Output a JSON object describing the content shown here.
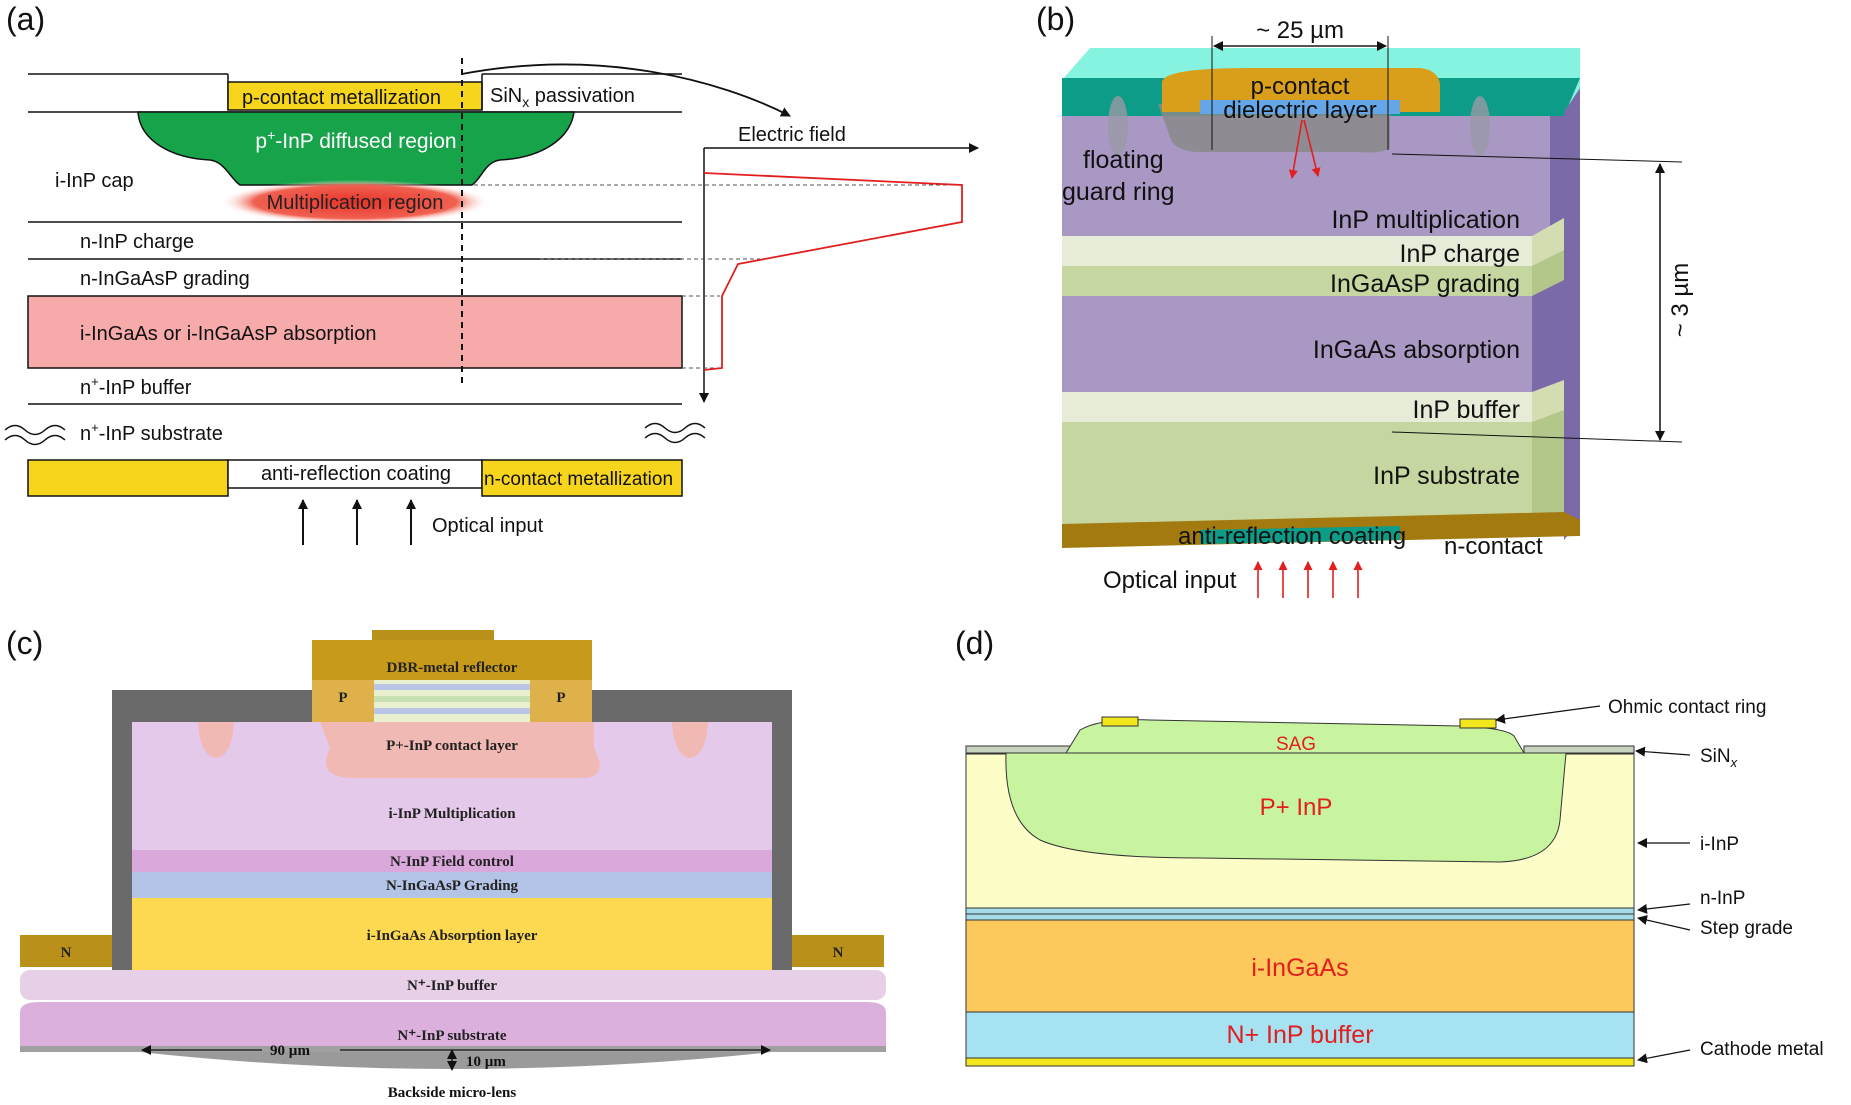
{
  "panel_a": {
    "label": "(a)",
    "p_contact": "p-contact metallization",
    "sinx_main": "SiN",
    "sinx_sub": "x",
    "sinx_rest": " passivation",
    "electric_field": "Electric field",
    "p_region_sup": "+",
    "p_region_pre": "p",
    "p_region_rest": "-InP diffused region",
    "cap": "i-InP cap",
    "multiplication": "Multiplication region",
    "charge": "n-InP charge",
    "grading": "n-InGaAsP grading",
    "absorption": "i-InGaAs or i-InGaAsP absorption",
    "buffer_pre": "n",
    "buffer_sup": "+",
    "buffer_rest": "-InP buffer",
    "substrate_pre": "n",
    "substrate_sup": "+",
    "substrate_rest": "-InP substrate",
    "arc": "anti-reflection coating",
    "n_contact": "n-contact metallization",
    "optical_input": "Optical input"
  },
  "panel_b": {
    "label": "(b)",
    "width_dim": "~ 25 µm",
    "p_contact": "p-contact",
    "dielectric": "dielectric layer",
    "guard_ring_1": "floating",
    "guard_ring_2": "guard ring",
    "multiplication": "InP multiplication",
    "charge": "InP charge",
    "grading": "InGaAsP grading",
    "absorption": "InGaAs absorption",
    "buffer": "InP buffer",
    "substrate": "InP substrate",
    "arc": "anti-reflection coating",
    "n_contact": "n-contact",
    "optical_input": "Optical input",
    "height_dim": "~ 3 µm"
  },
  "panel_c": {
    "label": "(c)",
    "dbr": "DBR-metal reflector",
    "p_left": "P",
    "p_right": "P",
    "contact": "P+-InP contact layer",
    "multiplication": "i-InP Multiplication",
    "field_control": "N-InP Field control",
    "grading": "N-InGaAsP Grading",
    "absorption": "i-InGaAs Absorption layer",
    "n_left": "N",
    "n_right": "N",
    "buffer": "N⁺-InP buffer",
    "substrate": "N⁺-InP substrate",
    "width_dim": "90 µm",
    "height_dim": "10 µm",
    "microlens": "Backside micro-lens"
  },
  "panel_d": {
    "label": "(d)",
    "sag": "SAG",
    "p_inp": "P+ InP",
    "i_ingaas": "i-InGaAs",
    "buffer": "N+ InP buffer",
    "ohmic": "Ohmic contact ring",
    "sinx_main": "SiN",
    "sinx_sub": "x",
    "i_inp": "i-InP",
    "n_inp": "n-InP",
    "step_grade": "Step grade",
    "cathode": "Cathode metal"
  }
}
